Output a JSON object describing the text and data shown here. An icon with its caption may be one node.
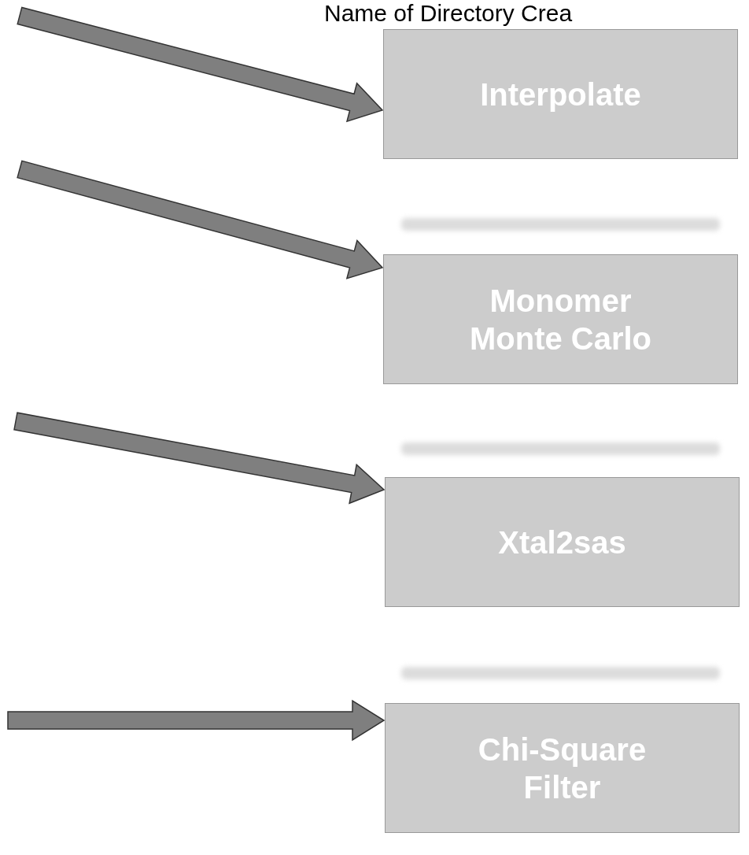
{
  "diagram": {
    "nodes": [
      {
        "text": [
          "Interpolate"
        ]
      },
      {
        "text": [],
        "shape": "bar"
      },
      {
        "text": [
          "Monomer Monte Carlo"
        ]
      },
      {
        "text": [],
        "shape": "bar"
      },
      {
        "text": [
          "Xtal2sas"
        ]
      },
      {
        "text": [],
        "shape": "bar"
      },
      {
        "text": [
          "Chi-Square Filter"
        ]
      }
    ],
    "edges": [
      {
        "from": null,
        "to": 0,
        "arrow": "to"
      },
      {
        "from": null,
        "to": 2,
        "arrow": "to"
      },
      {
        "from": null,
        "to": 4,
        "arrow": "to"
      },
      {
        "from": null,
        "to": 6,
        "arrow": "to"
      }
    ],
    "labels": [
      "Name of Directory Crea"
    ]
  }
}
